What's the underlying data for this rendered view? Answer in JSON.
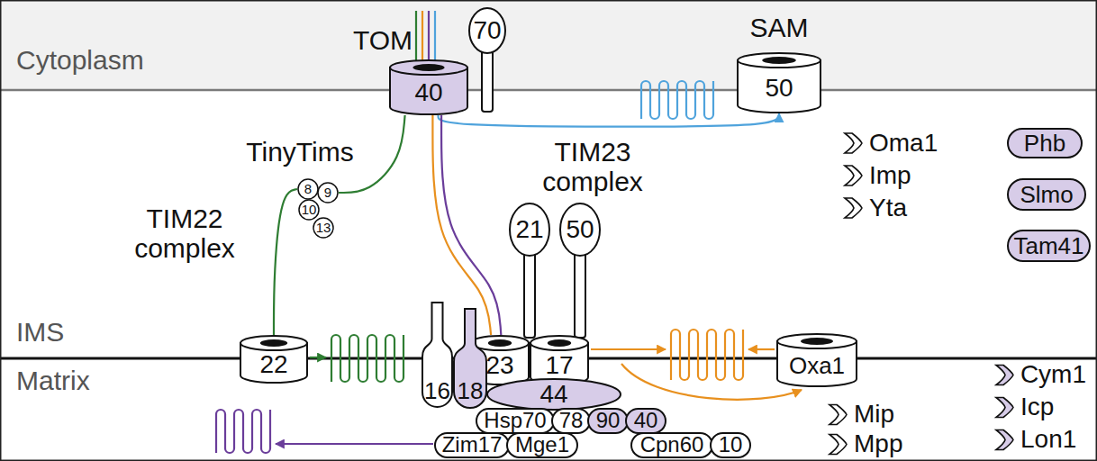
{
  "diagram": {
    "nodes": [
      {
        "text": [
          "40"
        ]
      },
      {
        "text": [
          "70"
        ]
      },
      {
        "text": [
          "50"
        ]
      },
      {
        "text": [
          "8"
        ]
      },
      {
        "text": [
          "9"
        ]
      },
      {
        "text": [
          "10"
        ]
      },
      {
        "text": [
          "13"
        ]
      },
      {
        "text": [
          "22"
        ]
      },
      {
        "text": [
          "21"
        ]
      },
      {
        "text": [
          "50"
        ]
      },
      {
        "text": [
          "23"
        ]
      },
      {
        "text": [
          "17"
        ]
      },
      {
        "text": [
          "16"
        ]
      },
      {
        "text": [
          "18"
        ]
      },
      {
        "text": [
          "44"
        ]
      },
      {
        "text": [
          "Oxa1"
        ]
      },
      {
        "text": [
          "Hsp70"
        ]
      },
      {
        "text": [
          "78"
        ]
      },
      {
        "text": [
          "90"
        ]
      },
      {
        "text": [
          "40"
        ]
      },
      {
        "text": [
          "Zim17"
        ]
      },
      {
        "text": [
          "Mge1"
        ]
      },
      {
        "text": [
          "Cpn60"
        ]
      },
      {
        "text": [
          "10"
        ]
      },
      {
        "text": [
          "Oma1"
        ]
      },
      {
        "text": [
          "Imp"
        ]
      },
      {
        "text": [
          "Yta"
        ]
      },
      {
        "text": [
          "Phb"
        ]
      },
      {
        "text": [
          "Slmo"
        ]
      },
      {
        "text": [
          "Tam41"
        ]
      },
      {
        "text": [
          "Mip"
        ]
      },
      {
        "text": [
          "Mpp"
        ]
      },
      {
        "text": [
          "Cym1"
        ]
      },
      {
        "text": [
          "Icp"
        ]
      },
      {
        "text": [
          "Lon1"
        ]
      }
    ],
    "edges": [
      {
        "from": 0,
        "to": 2,
        "arrow": "to"
      },
      {
        "from": 0,
        "to": 4,
        "arrow": "none"
      },
      {
        "from": 3,
        "to": 7,
        "arrow": "none"
      },
      {
        "from": 0,
        "to": 10,
        "arrow": "none"
      },
      {
        "from": 0,
        "to": 10,
        "arrow": "none"
      }
    ],
    "labels": [
      "Cytoplasm",
      "TOM",
      "SAM",
      "TinyTims",
      "TIM22 complex",
      "TIM23 complex",
      "IMS",
      "Matrix"
    ]
  }
}
